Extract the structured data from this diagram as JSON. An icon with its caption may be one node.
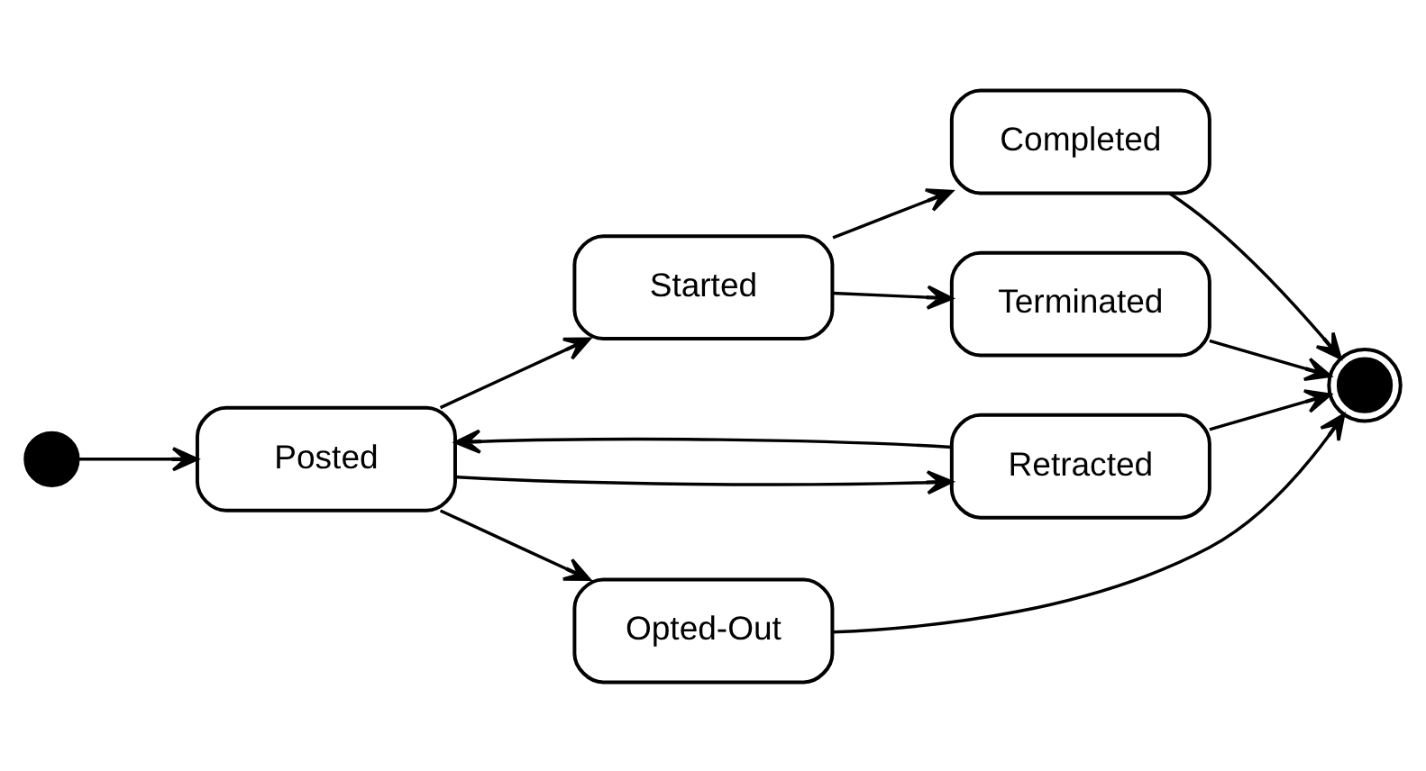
{
  "diagram": {
    "nodes": [
      {
        "text": [],
        "shape": "circle"
      },
      {
        "text": [
          "Posted"
        ]
      },
      {
        "text": [
          "Started"
        ]
      },
      {
        "text": [
          "Completed"
        ]
      },
      {
        "text": [
          "Terminated"
        ]
      },
      {
        "text": [
          "Retracted"
        ]
      },
      {
        "text": [
          "Opted-Out"
        ]
      },
      {
        "text": [],
        "shape": "circle"
      }
    ],
    "edges": [
      {
        "from": 0,
        "to": 1,
        "arrow": "to"
      },
      {
        "from": 1,
        "to": 2,
        "arrow": "to"
      },
      {
        "from": 2,
        "to": 3,
        "arrow": "to"
      },
      {
        "from": 2,
        "to": 4,
        "arrow": "to"
      },
      {
        "from": 3,
        "to": 7,
        "arrow": "to"
      },
      {
        "from": 4,
        "to": 7,
        "arrow": "to"
      },
      {
        "from": 1,
        "to": 5,
        "arrow": "to"
      },
      {
        "from": 5,
        "to": 1,
        "arrow": "to"
      },
      {
        "from": 1,
        "to": 6,
        "arrow": "to"
      },
      {
        "from": 5,
        "to": 7,
        "arrow": "to"
      },
      {
        "from": 6,
        "to": 7,
        "arrow": "to"
      }
    ]
  }
}
